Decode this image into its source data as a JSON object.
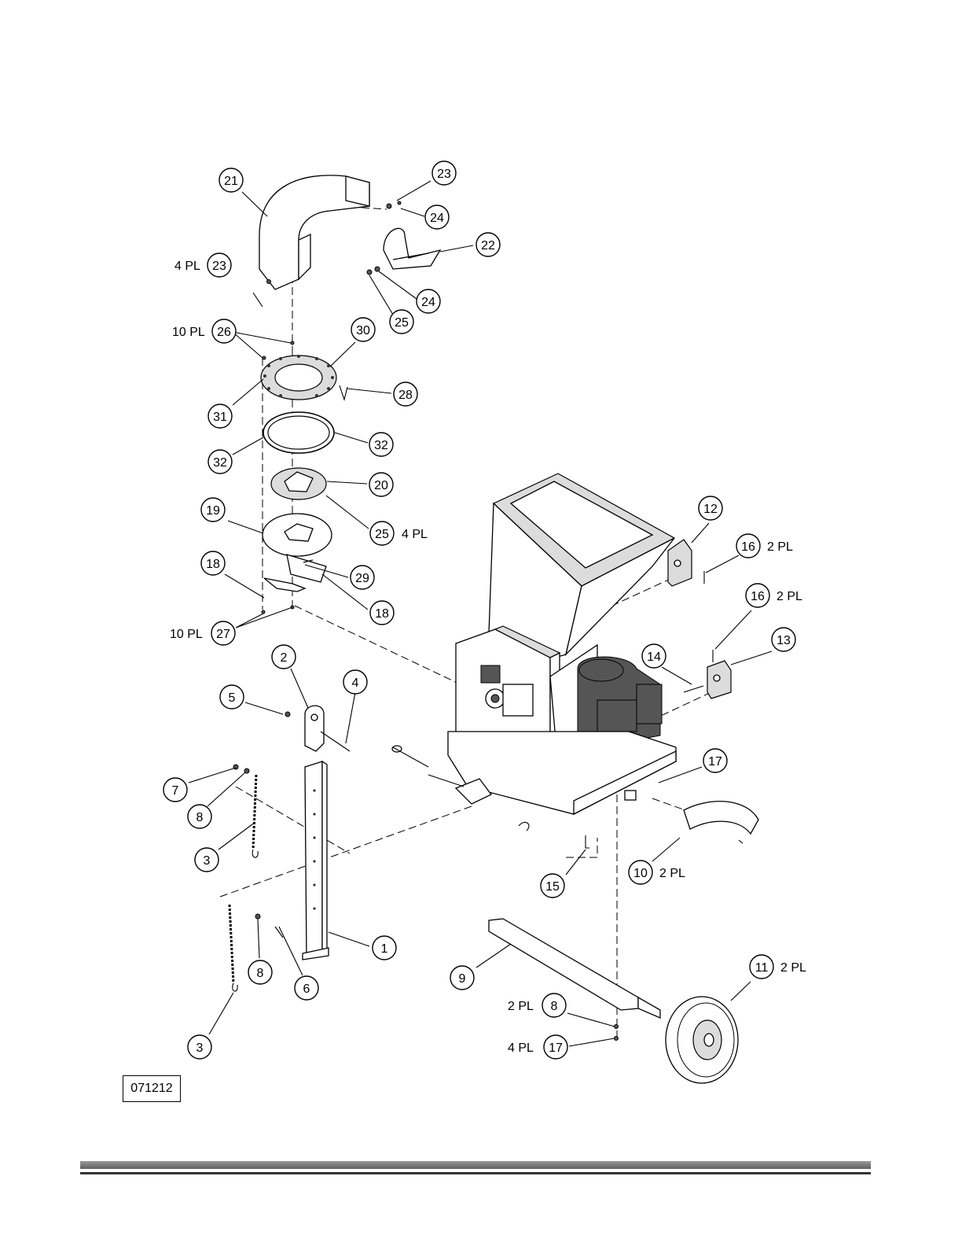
{
  "drawing_id": "071212",
  "callouts": [
    {
      "id": "c21",
      "text": "21"
    },
    {
      "id": "c23a",
      "text": "23"
    },
    {
      "id": "c24a",
      "text": "24"
    },
    {
      "id": "c22",
      "text": "22"
    },
    {
      "id": "c23b",
      "text": "23"
    },
    {
      "id": "c24b",
      "text": "24"
    },
    {
      "id": "c25a",
      "text": "25"
    },
    {
      "id": "c26",
      "text": "26"
    },
    {
      "id": "c30",
      "text": "30"
    },
    {
      "id": "c28",
      "text": "28"
    },
    {
      "id": "c31",
      "text": "31"
    },
    {
      "id": "c32a",
      "text": "32"
    },
    {
      "id": "c32b",
      "text": "32"
    },
    {
      "id": "c20",
      "text": "20"
    },
    {
      "id": "c19",
      "text": "19"
    },
    {
      "id": "c25b",
      "text": "25"
    },
    {
      "id": "c29",
      "text": "29"
    },
    {
      "id": "c18a",
      "text": "18"
    },
    {
      "id": "c18b",
      "text": "18"
    },
    {
      "id": "c27",
      "text": "27"
    },
    {
      "id": "c12",
      "text": "12"
    },
    {
      "id": "c16a",
      "text": "16"
    },
    {
      "id": "c16b",
      "text": "16"
    },
    {
      "id": "c13",
      "text": "13"
    },
    {
      "id": "c14",
      "text": "14"
    },
    {
      "id": "c2",
      "text": "2"
    },
    {
      "id": "c4",
      "text": "4"
    },
    {
      "id": "c5",
      "text": "5"
    },
    {
      "id": "c7",
      "text": "7"
    },
    {
      "id": "c8a",
      "text": "8"
    },
    {
      "id": "c3a",
      "text": "3"
    },
    {
      "id": "c17a",
      "text": "17"
    },
    {
      "id": "c10",
      "text": "10"
    },
    {
      "id": "c15",
      "text": "15"
    },
    {
      "id": "c1",
      "text": "1"
    },
    {
      "id": "c8b",
      "text": "8"
    },
    {
      "id": "c6",
      "text": "6"
    },
    {
      "id": "c3b",
      "text": "3"
    },
    {
      "id": "c9",
      "text": "9"
    },
    {
      "id": "c11",
      "text": "11"
    },
    {
      "id": "c8c",
      "text": "8"
    },
    {
      "id": "c17b",
      "text": "17"
    }
  ],
  "qty_labels": {
    "q23": "4 PL",
    "q26": "10 PL",
    "q25": "4 PL",
    "q27": "10 PL",
    "q16a": "2 PL",
    "q16b": "2 PL",
    "q10": "2 PL",
    "q11": "2 PL",
    "q8": "2 PL",
    "q17": "4 PL"
  }
}
